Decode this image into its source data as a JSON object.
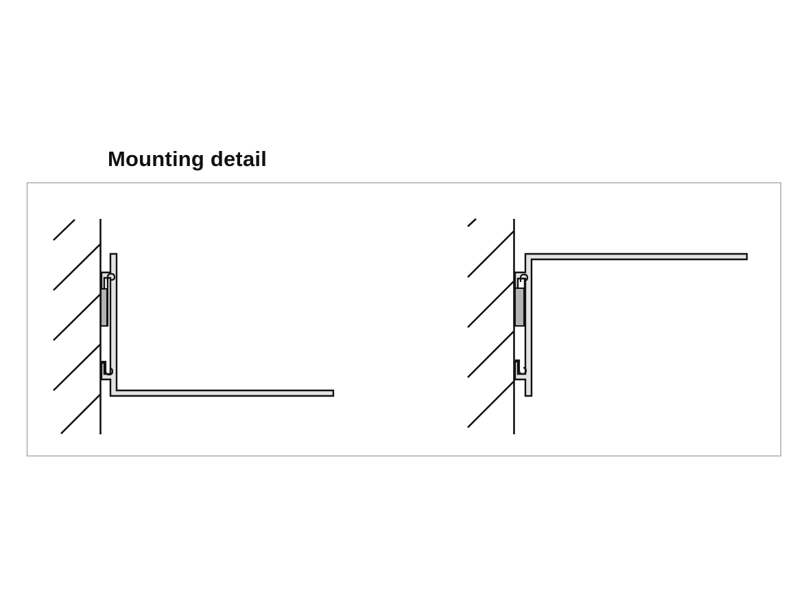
{
  "title": "Mounting detail",
  "colors": {
    "stroke": "#111111",
    "profile_fill": "#e2e2e2",
    "insert_fill": "#b3b3b3",
    "frame_border": "#8c8c8c",
    "background": "#ffffff"
  },
  "diagrams": [
    {
      "id": "left",
      "description": "Wall-mounted L-profile with shelf arm extending at bottom"
    },
    {
      "id": "right",
      "description": "Wall-mounted L-profile with shelf arm extending at top"
    }
  ]
}
